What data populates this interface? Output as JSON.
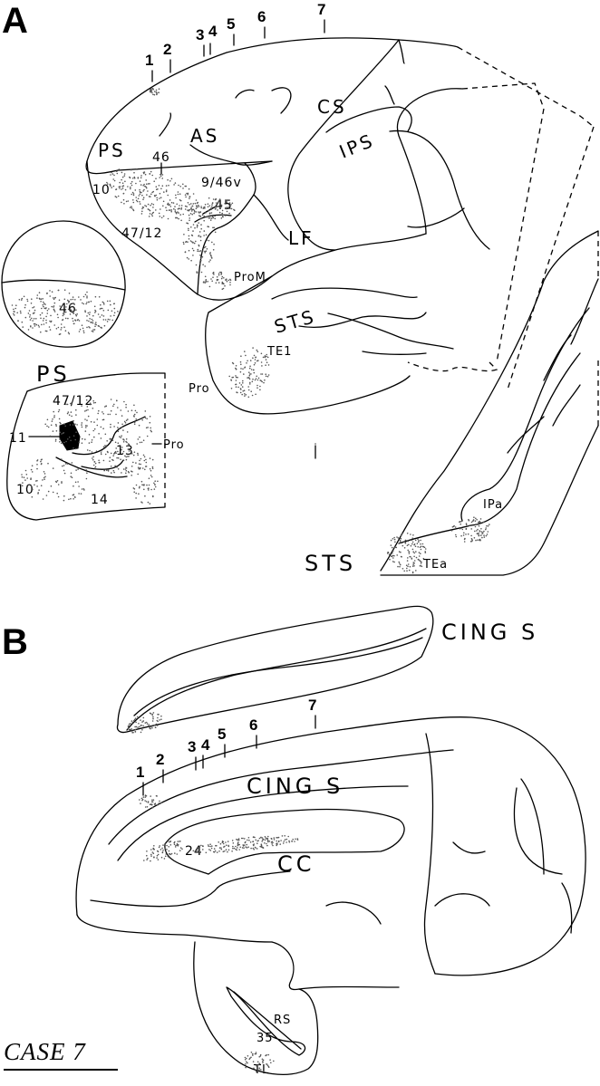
{
  "panel_a": {
    "letter": "A",
    "levels": [
      "1",
      "2",
      "3",
      "4",
      "5",
      "6",
      "7"
    ],
    "sulci": {
      "ps": "PS",
      "as": "AS",
      "cs": "CS",
      "ips": "IPS",
      "lf": "LF",
      "sts": "STS"
    },
    "areas": {
      "a46": "46",
      "a10": "10",
      "a946v": "9/46v",
      "a45": "45",
      "a4712": "47/12",
      "prom": "ProM",
      "te1": "TE1",
      "pro": "Pro"
    },
    "ps_inset": {
      "area": "46",
      "caption": "PS"
    },
    "orbital": {
      "a4712": "47/12",
      "a11": "11",
      "a13": "13",
      "a10": "10",
      "a14": "14",
      "pro": "Pro"
    },
    "sts_unfold": {
      "label": "STS",
      "ipa": "IPa",
      "tea": "TEa"
    }
  },
  "panel_b": {
    "letter": "B",
    "cings_top": "CING S",
    "levels": [
      "1",
      "2",
      "3",
      "4",
      "5",
      "6",
      "7"
    ],
    "cings": "CING S",
    "a24": "24",
    "cc": "CC",
    "rs": "RS",
    "a35": "35",
    "tl": "TL"
  },
  "case_label": "CASE 7"
}
